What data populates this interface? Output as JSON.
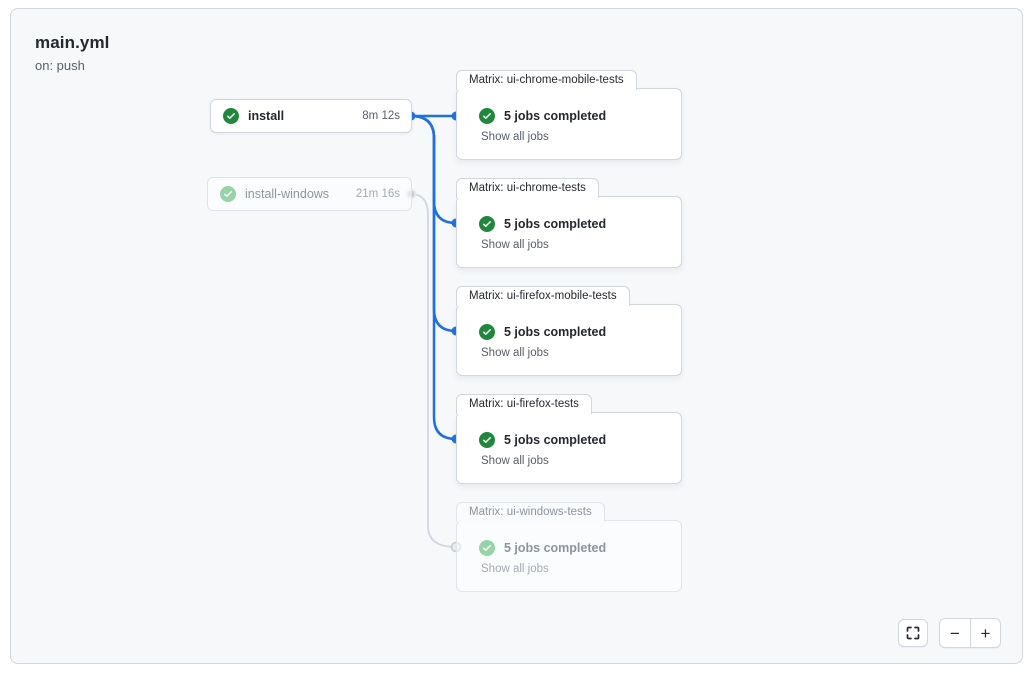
{
  "workflow": {
    "title": "main.yml",
    "trigger": "on: push"
  },
  "jobs": [
    {
      "name": "install",
      "duration": "8m 12s",
      "status": "completed",
      "dimmed": false
    },
    {
      "name": "install-windows",
      "duration": "21m 16s",
      "status": "completed",
      "dimmed": true
    }
  ],
  "matrices": [
    {
      "label": "Matrix: ui-chrome-mobile-tests",
      "summary": "5 jobs completed",
      "link": "Show all jobs",
      "status": "completed",
      "dimmed": false
    },
    {
      "label": "Matrix: ui-chrome-tests",
      "summary": "5 jobs completed",
      "link": "Show all jobs",
      "status": "completed",
      "dimmed": false
    },
    {
      "label": "Matrix: ui-firefox-mobile-tests",
      "summary": "5 jobs completed",
      "link": "Show all jobs",
      "status": "completed",
      "dimmed": false
    },
    {
      "label": "Matrix: ui-firefox-tests",
      "summary": "5 jobs completed",
      "link": "Show all jobs",
      "status": "completed",
      "dimmed": false
    },
    {
      "label": "Matrix: ui-windows-tests",
      "summary": "5 jobs completed",
      "link": "Show all jobs",
      "status": "completed",
      "dimmed": true
    }
  ],
  "controls": {
    "fullscreen_icon": "screen-full",
    "zoom_out_icon": "−",
    "zoom_in_icon": "+"
  },
  "colors": {
    "accent_blue": "#1f6feb",
    "success_green": "#1f883d",
    "success_green_dimmed": "#96d3a5",
    "edge_gray": "#d0d7de",
    "dot_gray": "#c6ccd2",
    "canvas_bg": "#f6f8fa",
    "text_primary": "#24292f",
    "text_secondary": "#57606a",
    "text_muted": "#8c959f"
  }
}
